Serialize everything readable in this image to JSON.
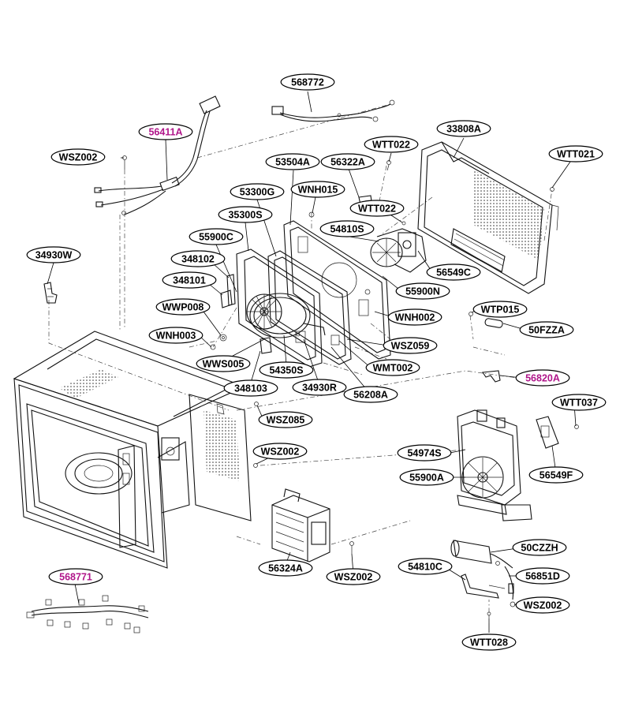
{
  "colors": {
    "highlight": "#b0168a",
    "normal": "#000000"
  },
  "labels": [
    {
      "id": "568772",
      "text": "568772",
      "highlight": false
    },
    {
      "id": "56411A",
      "text": "56411A",
      "highlight": true
    },
    {
      "id": "WSZ002_a",
      "text": "WSZ002",
      "highlight": false
    },
    {
      "id": "33808A",
      "text": "33808A",
      "highlight": false
    },
    {
      "id": "WTT022_a",
      "text": "WTT022",
      "highlight": false
    },
    {
      "id": "WTT021",
      "text": "WTT021",
      "highlight": false
    },
    {
      "id": "53504A",
      "text": "53504A",
      "highlight": false
    },
    {
      "id": "56322A",
      "text": "56322A",
      "highlight": false
    },
    {
      "id": "WNH015",
      "text": "WNH015",
      "highlight": false
    },
    {
      "id": "53300G",
      "text": "53300G",
      "highlight": false
    },
    {
      "id": "WTT022_b",
      "text": "WTT022",
      "highlight": false
    },
    {
      "id": "35300S",
      "text": "35300S",
      "highlight": false
    },
    {
      "id": "54810S",
      "text": "54810S",
      "highlight": false
    },
    {
      "id": "55900C",
      "text": "55900C",
      "highlight": false
    },
    {
      "id": "34930W",
      "text": "34930W",
      "highlight": false
    },
    {
      "id": "348102",
      "text": "348102",
      "highlight": false
    },
    {
      "id": "56549C",
      "text": "56549C",
      "highlight": false
    },
    {
      "id": "348101",
      "text": "348101",
      "highlight": false
    },
    {
      "id": "55900N",
      "text": "55900N",
      "highlight": false
    },
    {
      "id": "WTP015",
      "text": "WTP015",
      "highlight": false
    },
    {
      "id": "WWP008",
      "text": "WWP008",
      "highlight": false
    },
    {
      "id": "WNH002",
      "text": "WNH002",
      "highlight": false
    },
    {
      "id": "50FZZA",
      "text": "50FZZA",
      "highlight": false
    },
    {
      "id": "WNH003",
      "text": "WNH003",
      "highlight": false
    },
    {
      "id": "WSZ059",
      "text": "WSZ059",
      "highlight": false
    },
    {
      "id": "WWS005",
      "text": "WWS005",
      "highlight": false
    },
    {
      "id": "54350S",
      "text": "54350S",
      "highlight": false
    },
    {
      "id": "WMT002",
      "text": "WMT002",
      "highlight": false
    },
    {
      "id": "56820A",
      "text": "56820A",
      "highlight": true
    },
    {
      "id": "348103",
      "text": "348103",
      "highlight": false
    },
    {
      "id": "34930R",
      "text": "34930R",
      "highlight": false
    },
    {
      "id": "56208A",
      "text": "56208A",
      "highlight": false
    },
    {
      "id": "WTT037",
      "text": "WTT037",
      "highlight": false
    },
    {
      "id": "WSZ085",
      "text": "WSZ085",
      "highlight": false
    },
    {
      "id": "WSZ002_b",
      "text": "WSZ002",
      "highlight": false
    },
    {
      "id": "54974S",
      "text": "54974S",
      "highlight": false
    },
    {
      "id": "55900A",
      "text": "55900A",
      "highlight": false
    },
    {
      "id": "56549F",
      "text": "56549F",
      "highlight": false
    },
    {
      "id": "50CZZH",
      "text": "50CZZH",
      "highlight": false
    },
    {
      "id": "56324A",
      "text": "56324A",
      "highlight": false
    },
    {
      "id": "WSZ002_c",
      "text": "WSZ002",
      "highlight": false
    },
    {
      "id": "54810C",
      "text": "54810C",
      "highlight": false
    },
    {
      "id": "56851D",
      "text": "56851D",
      "highlight": false
    },
    {
      "id": "568771",
      "text": "568771",
      "highlight": true
    },
    {
      "id": "WSZ002_d",
      "text": "WSZ002",
      "highlight": false
    },
    {
      "id": "WTT028",
      "text": "WTT028",
      "highlight": false
    }
  ]
}
